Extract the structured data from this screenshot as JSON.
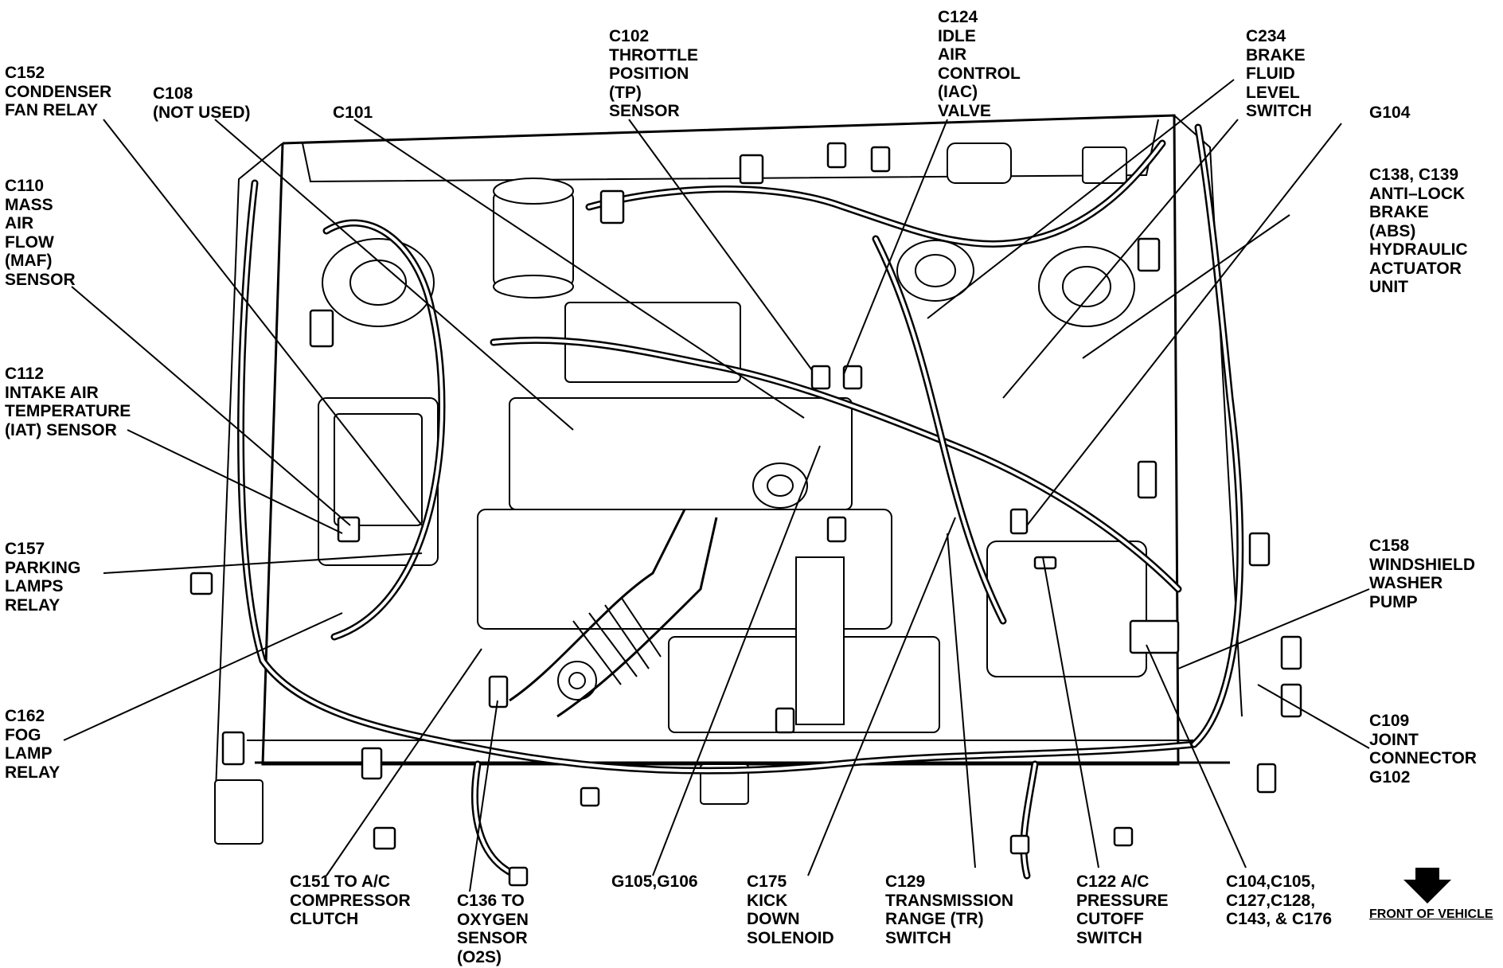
{
  "callouts": [
    {
      "id": "c152",
      "lines": [
        "C152",
        "CONDENSER",
        "FAN RELAY"
      ]
    },
    {
      "id": "c108",
      "lines": [
        "C108",
        "(NOT USED)"
      ]
    },
    {
      "id": "c101",
      "lines": [
        "C101"
      ]
    },
    {
      "id": "c102",
      "lines": [
        "C102",
        "THROTTLE",
        "POSITION",
        "(TP)",
        "SENSOR"
      ]
    },
    {
      "id": "c124",
      "lines": [
        "C124",
        "IDLE",
        "AIR",
        "CONTROL",
        "(IAC)",
        "VALVE"
      ]
    },
    {
      "id": "c234",
      "lines": [
        "C234",
        "BRAKE",
        "FLUID",
        "LEVEL",
        "SWITCH"
      ]
    },
    {
      "id": "g104",
      "lines": [
        "G104"
      ]
    },
    {
      "id": "c110",
      "lines": [
        "C110",
        "MASS",
        "AIR",
        "FLOW",
        "(MAF)",
        "SENSOR"
      ]
    },
    {
      "id": "c138",
      "lines": [
        "C138, C139",
        "ANTI–LOCK",
        "BRAKE",
        "(ABS)",
        "HYDRAULIC",
        "ACTUATOR",
        "UNIT"
      ]
    },
    {
      "id": "c112",
      "lines": [
        "C112",
        "INTAKE AIR",
        "TEMPERATURE",
        "(IAT) SENSOR"
      ]
    },
    {
      "id": "c157",
      "lines": [
        "C157",
        "PARKING",
        "LAMPS",
        "RELAY"
      ]
    },
    {
      "id": "c158",
      "lines": [
        "C158",
        "WINDSHIELD",
        "WASHER",
        "PUMP"
      ]
    },
    {
      "id": "c162",
      "lines": [
        "C162",
        "FOG",
        "LAMP",
        "RELAY"
      ]
    },
    {
      "id": "c109",
      "lines": [
        "C109",
        "JOINT",
        "CONNECTOR",
        "G102"
      ]
    },
    {
      "id": "c151",
      "lines": [
        "C151 TO A/C",
        "COMPRESSOR",
        "CLUTCH"
      ]
    },
    {
      "id": "c136",
      "lines": [
        "C136 TO",
        "OXYGEN",
        "SENSOR",
        "(O2S)"
      ]
    },
    {
      "id": "g105",
      "lines": [
        "G105,G106"
      ]
    },
    {
      "id": "c175",
      "lines": [
        "C175",
        "KICK",
        "DOWN",
        "SOLENOID"
      ]
    },
    {
      "id": "c129",
      "lines": [
        "C129",
        "TRANSMISSION",
        "RANGE (TR)",
        "SWITCH"
      ]
    },
    {
      "id": "c122",
      "lines": [
        "C122 A/C",
        "PRESSURE",
        "CUTOFF",
        "SWITCH"
      ]
    },
    {
      "id": "c104",
      "lines": [
        "C104,C105,",
        "C127,C128,",
        "C143, & C176"
      ]
    }
  ],
  "front_label": "FRONT OF VEHICLE",
  "icons": {
    "front_arrow": "down-arrow-icon"
  }
}
